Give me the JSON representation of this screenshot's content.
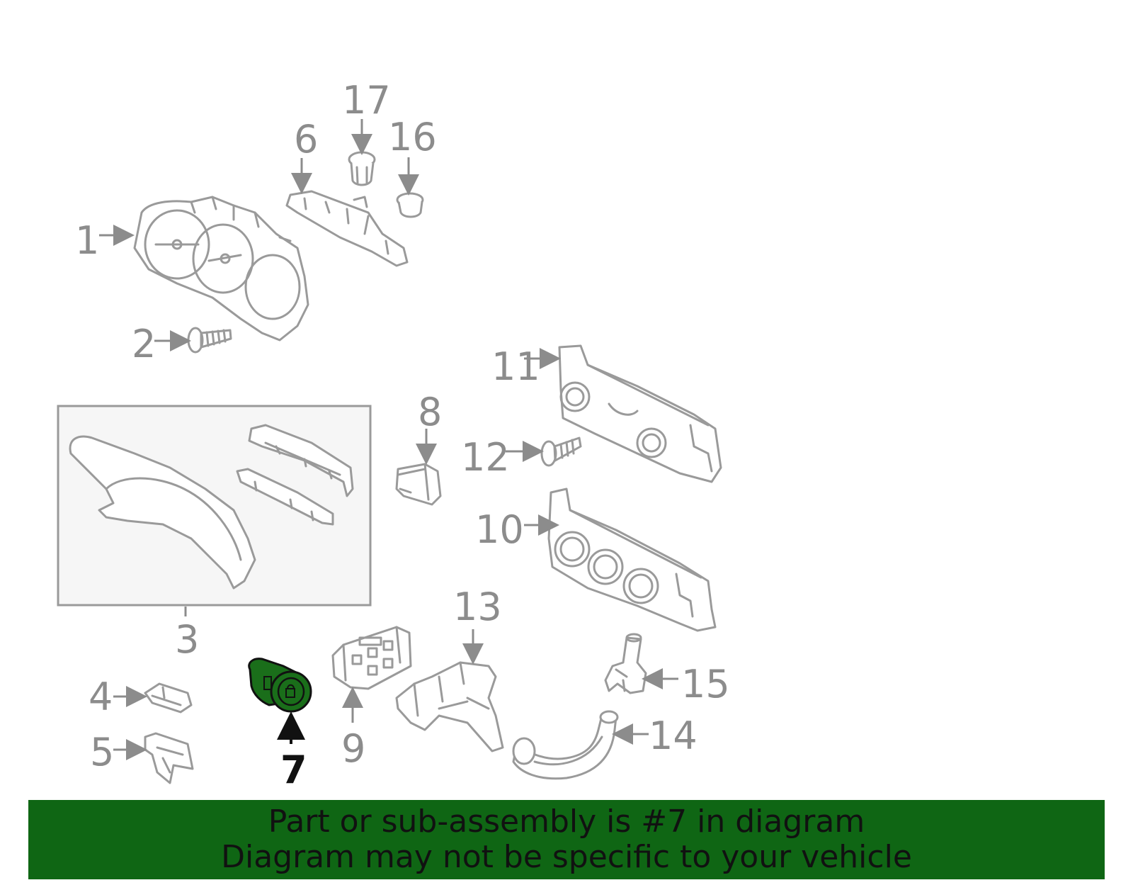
{
  "diagram": {
    "callouts": [
      {
        "id": "1",
        "label": "1"
      },
      {
        "id": "2",
        "label": "2"
      },
      {
        "id": "3",
        "label": "3"
      },
      {
        "id": "4",
        "label": "4"
      },
      {
        "id": "5",
        "label": "5"
      },
      {
        "id": "6",
        "label": "6"
      },
      {
        "id": "7",
        "label": "7",
        "highlighted": true
      },
      {
        "id": "8",
        "label": "8"
      },
      {
        "id": "9",
        "label": "9"
      },
      {
        "id": "10",
        "label": "10"
      },
      {
        "id": "11",
        "label": "11"
      },
      {
        "id": "12",
        "label": "12"
      },
      {
        "id": "13",
        "label": "13"
      },
      {
        "id": "14",
        "label": "14"
      },
      {
        "id": "15",
        "label": "15"
      },
      {
        "id": "16",
        "label": "16"
      },
      {
        "id": "17",
        "label": "17"
      }
    ],
    "highlight_color": "#1a6e1a"
  },
  "banner": {
    "line1": "Part or sub-assembly is #7 in diagram",
    "line2": "Diagram may not be specific to your vehicle",
    "background": "#0f6614"
  }
}
